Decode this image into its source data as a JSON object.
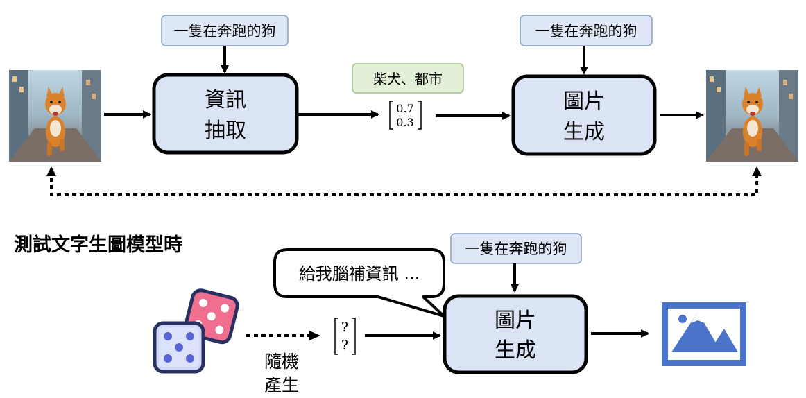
{
  "top": {
    "prompt_left": "一隻在奔跑的狗",
    "prompt_right": "一隻在奔跑的狗",
    "extract_box": [
      "資訊",
      "抽取"
    ],
    "keywords_tag": "柴犬、都市",
    "vector_values": [
      "0.7",
      "0.3"
    ],
    "generate_box": [
      "圖片",
      "生成"
    ]
  },
  "bottom": {
    "section_title": "測試文字生圖模型時",
    "prompt": "一隻在奔跑的狗",
    "speech_bubble": "給我腦補資訊 ...",
    "random_label": [
      "隨機",
      "產生"
    ],
    "vector_values": [
      "?",
      "?"
    ],
    "generate_box": [
      "圖片",
      "生成"
    ]
  },
  "icons": {
    "dog_left": "running-dog-city-image",
    "dog_right": "running-dog-city-image",
    "dice": "dice-icon",
    "image_output": "image-placeholder-icon"
  },
  "colors": {
    "box_fill": "#dbe4f4",
    "prompt_fill": "#dde7f5",
    "keyword_fill": "#e3f0d8",
    "accent_blue": "#4a74c9"
  }
}
